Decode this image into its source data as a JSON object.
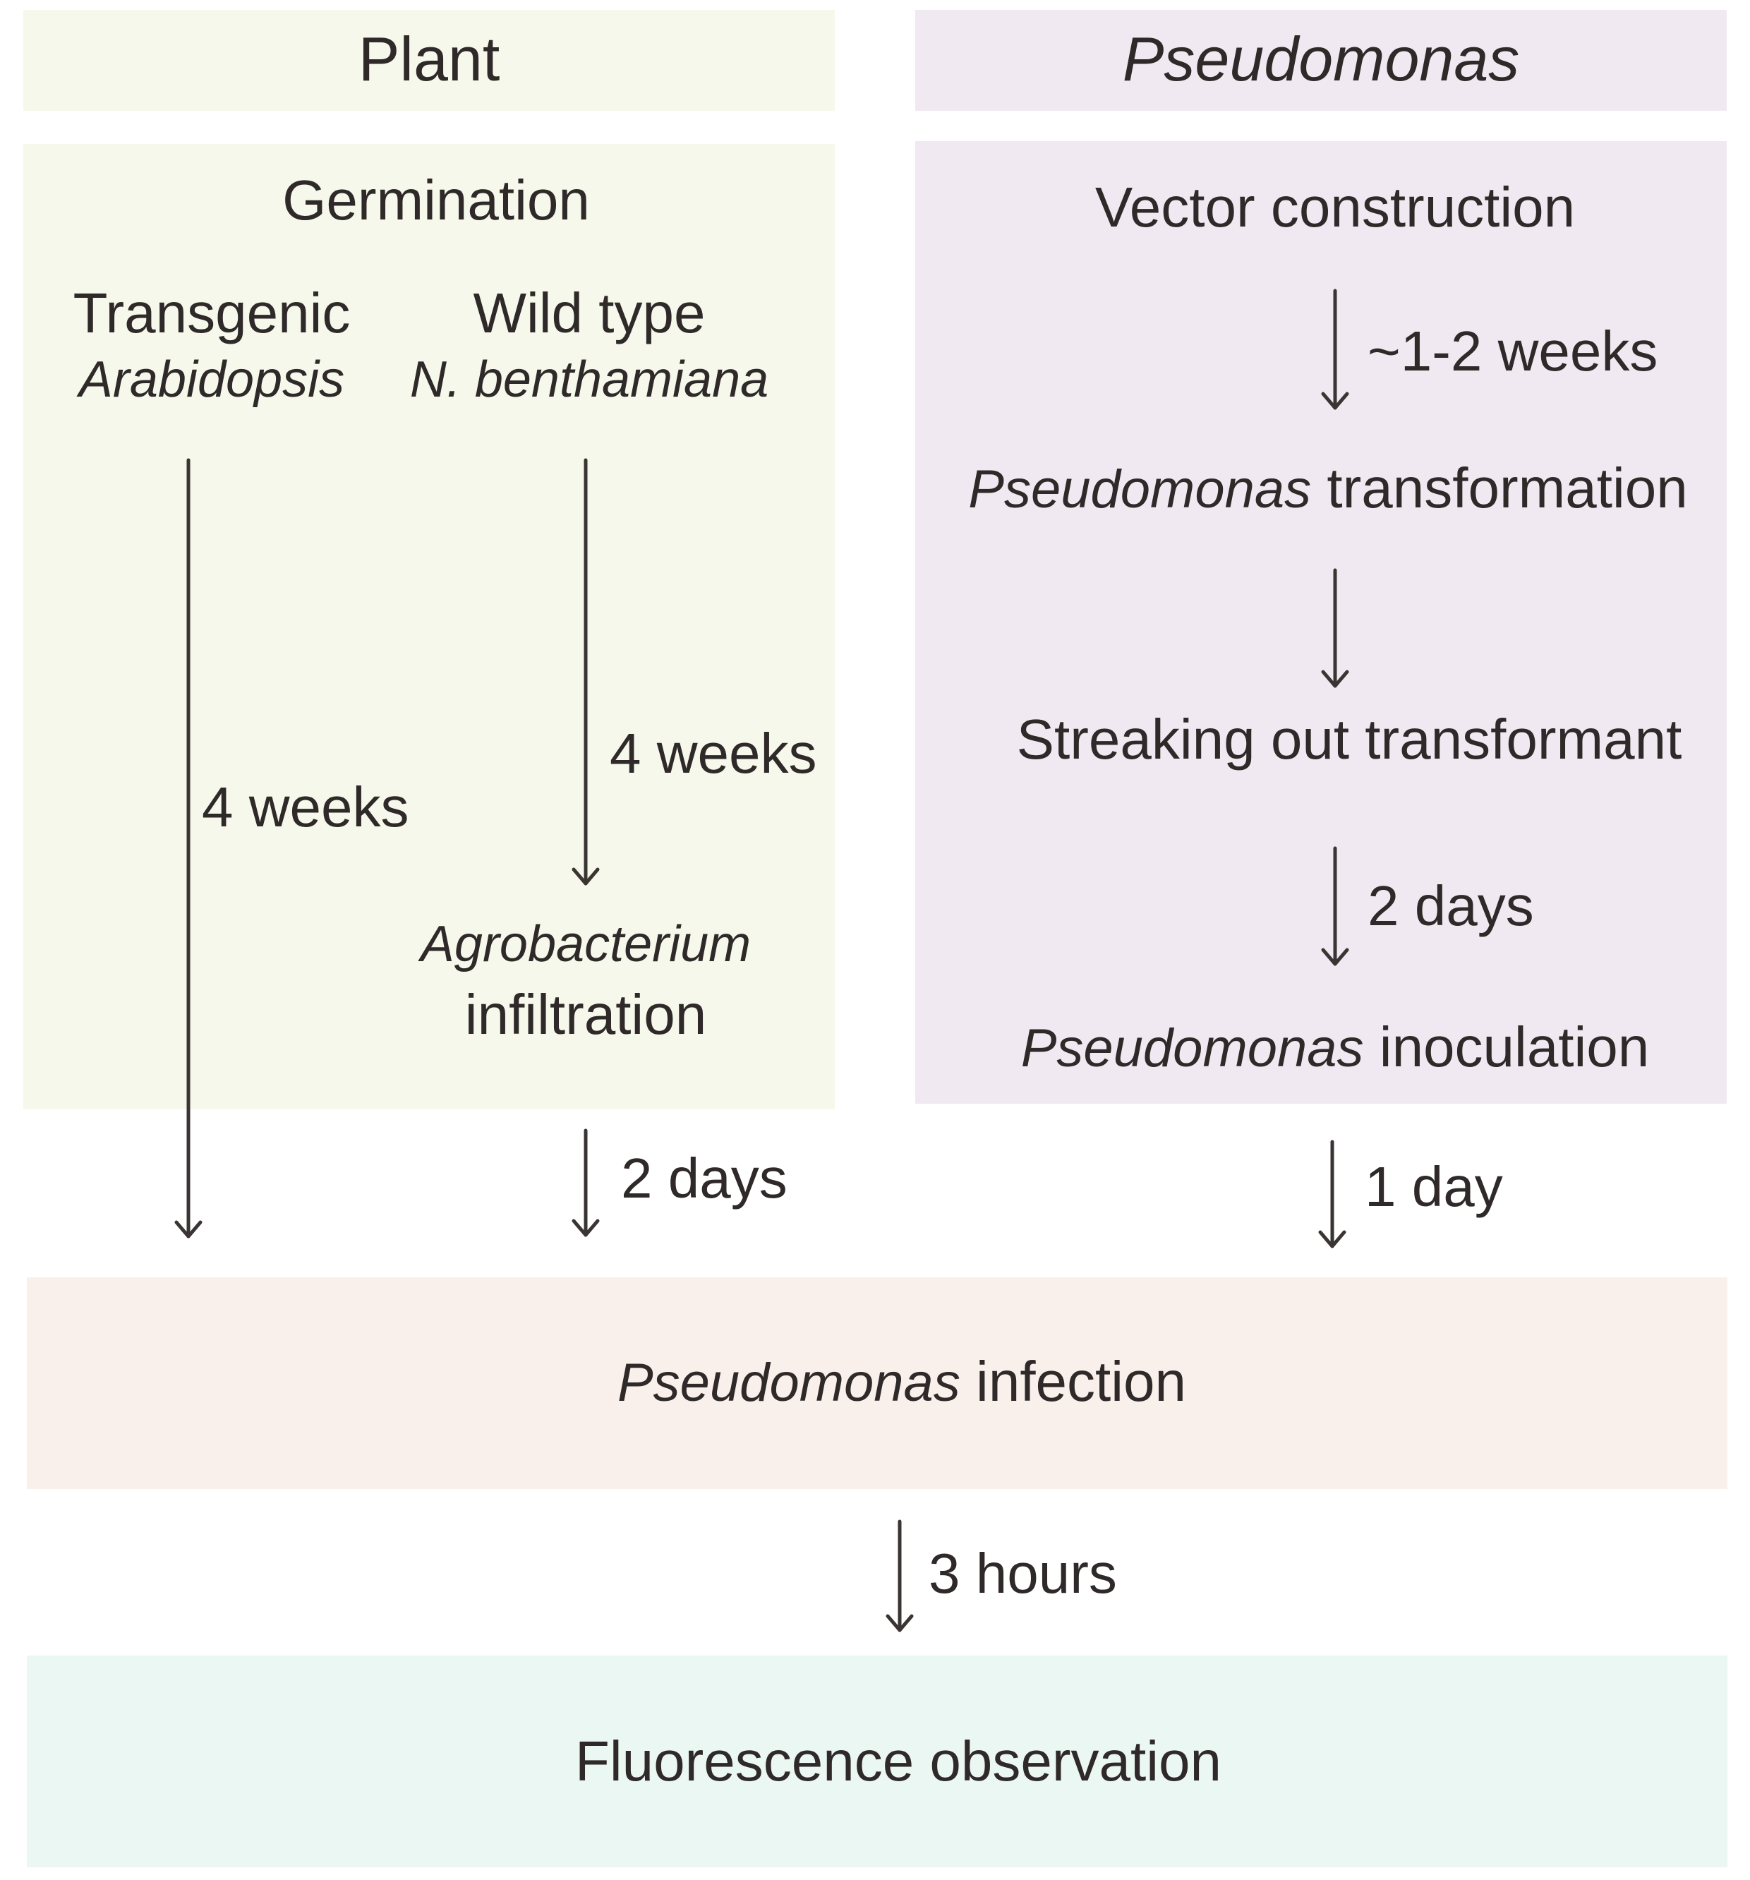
{
  "colors": {
    "plant_bg": "#f5f8ea",
    "pseudomonas_bg": "#f1e9f1",
    "infection_bg": "#f9f0ec",
    "observation_bg": "#eaf7f3",
    "ink": "#2f2a29"
  },
  "plant": {
    "header": "Plant",
    "germination": "Germination",
    "transgenic": "Transgenic",
    "arabidopsis": "Arabidopsis",
    "wild_type": "Wild type",
    "benthamiana": "N. benthamiana",
    "duration_arabidopsis": "4 weeks",
    "duration_benthamiana": "4 weeks",
    "agrobacterium": "Agrobacterium",
    "infiltration": "infiltration"
  },
  "pseudomonas": {
    "header": "Pseudomonas",
    "vector_construction": "Vector construction",
    "duration_vector": "~1-2 weeks",
    "transformation_italic": "Pseudomonas",
    "transformation_rest": " transformation",
    "streaking": "Streaking out transformant",
    "duration_streak": "2 days",
    "inoculation_italic": "Pseudomonas",
    "inoculation_rest": " inoculation"
  },
  "transitions": {
    "agro_to_infection": "2 days",
    "inoculation_to_infection": "1 day",
    "infection_to_observation": "3 hours"
  },
  "infection": {
    "italic": "Pseudomonas",
    "rest": " infection"
  },
  "observation": {
    "label": "Fluorescence observation"
  }
}
